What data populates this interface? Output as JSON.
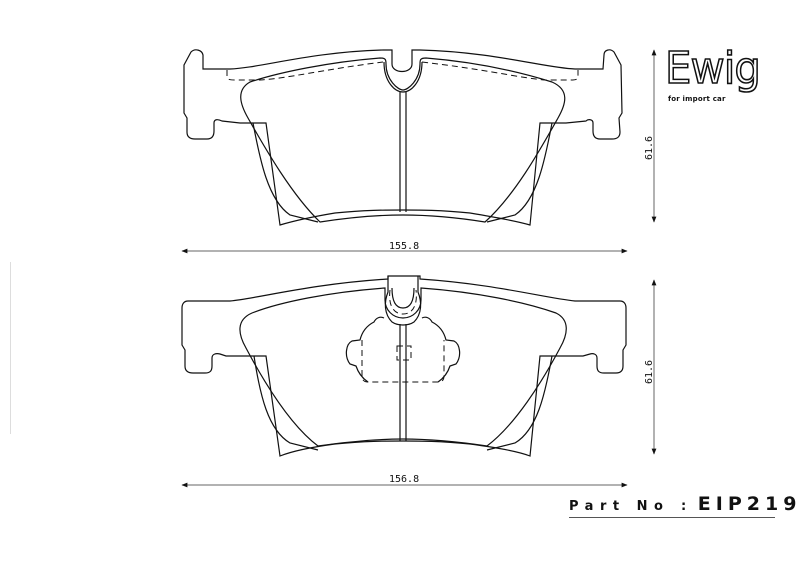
{
  "brand": {
    "logo_text": "Ewig",
    "tagline": "for import car"
  },
  "part": {
    "label": "Part No",
    "separator": ":",
    "number": "EIP219"
  },
  "views": [
    {
      "name": "top-pad",
      "width_dimension": "155.8",
      "height_dimension": "61.6"
    },
    {
      "name": "bottom-pad",
      "width_dimension": "156.8",
      "height_dimension": "61.6"
    }
  ],
  "colors": {
    "line": "#111111",
    "dimension": "#666666",
    "background": "#ffffff"
  }
}
